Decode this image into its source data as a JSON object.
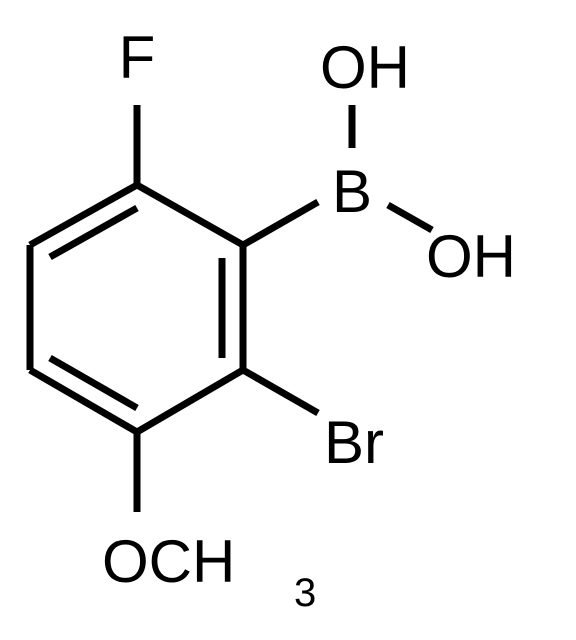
{
  "molecule": {
    "atoms": {
      "fluorine": "F",
      "boron": "B",
      "hydroxyl_top": "OH",
      "hydroxyl_right": "OH",
      "bromine": "Br",
      "methoxy_oxygen_carbon": "OCH",
      "methoxy_subscript": "3"
    }
  }
}
